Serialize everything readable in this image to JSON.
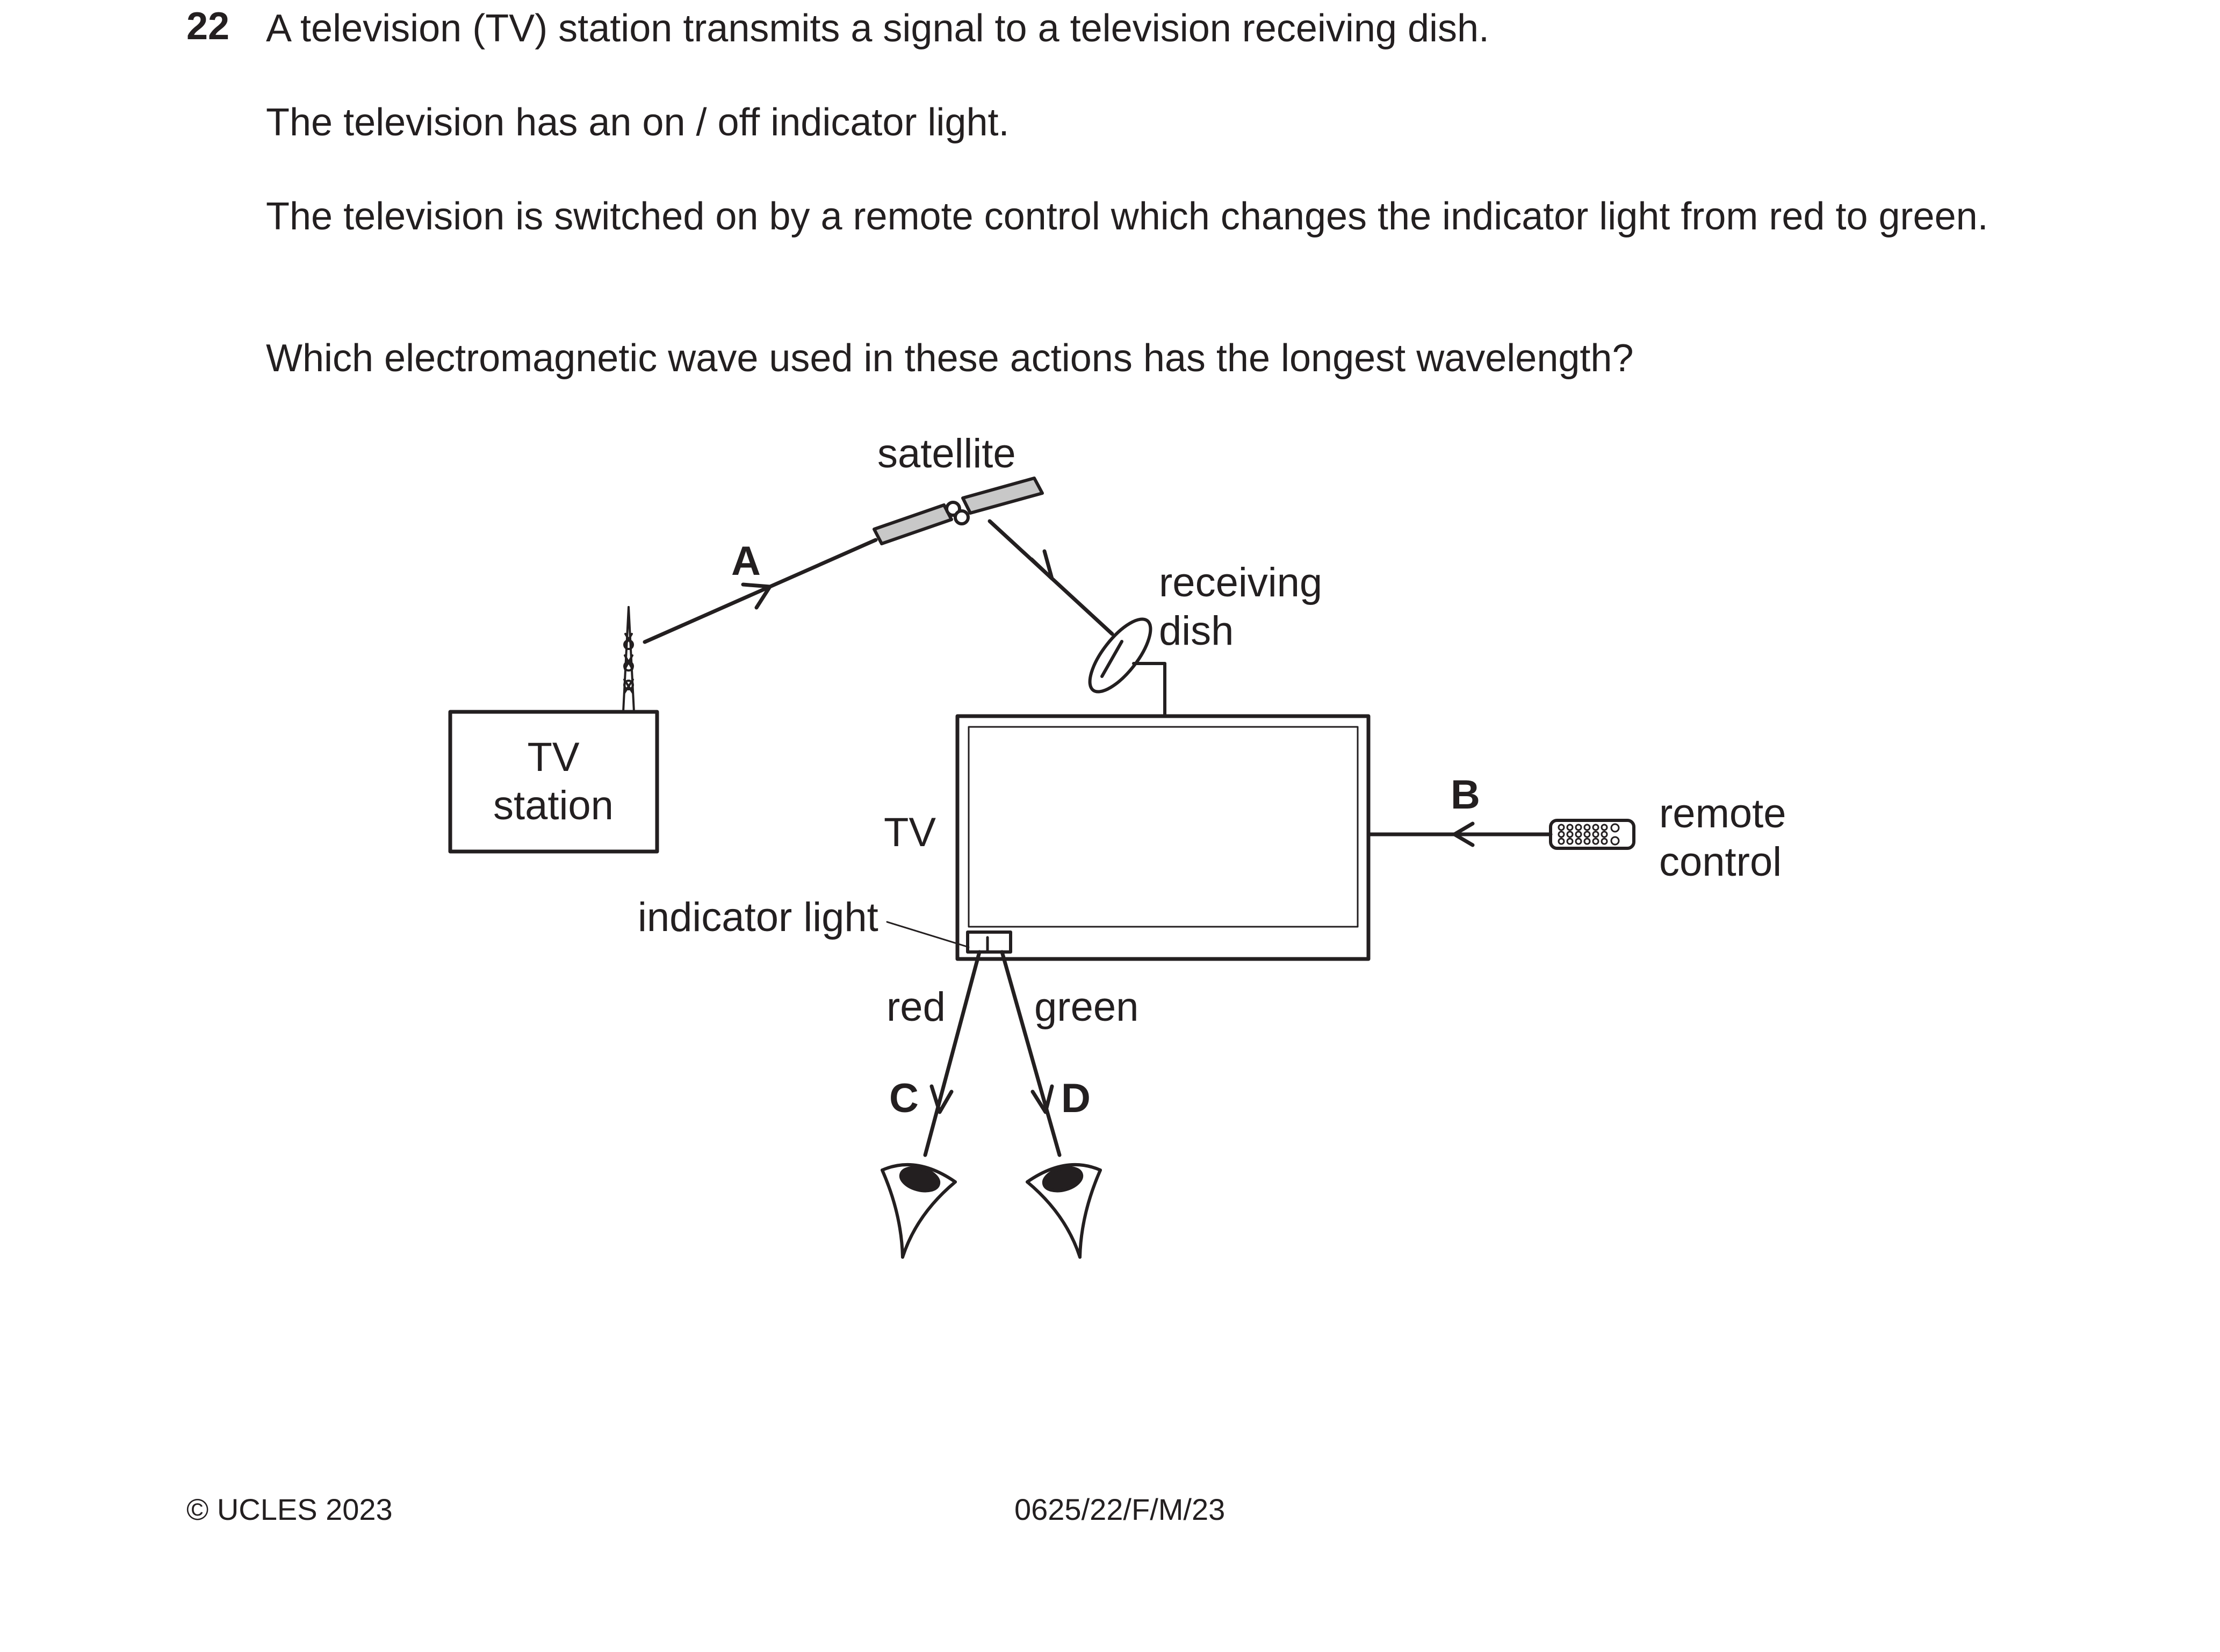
{
  "question": {
    "number": "22",
    "paragraphs": [
      "A television (TV) station transmits a signal to a television receiving dish.",
      "The television has an on / off indicator light.",
      "The television is switched on by a remote control which changes the indicator light from red to green.",
      "Which electromagnetic wave used in these actions has the longest wavelength?"
    ]
  },
  "diagram": {
    "labels": {
      "satellite": "satellite",
      "receiving": "receiving",
      "dish": "dish",
      "tv_station_line1": "TV",
      "tv_station_line2": "station",
      "tv": "TV",
      "indicator_light": "indicator light",
      "remote": "remote",
      "control": "control",
      "red": "red",
      "green": "green"
    },
    "options": {
      "a": "A",
      "b": "B",
      "c": "C",
      "d": "D"
    }
  },
  "footer": {
    "copyright": "© UCLES 2023",
    "code": "0625/22/F/M/23"
  },
  "colors": {
    "ink": "#231f20",
    "panel_fill": "#c8c8c8"
  }
}
